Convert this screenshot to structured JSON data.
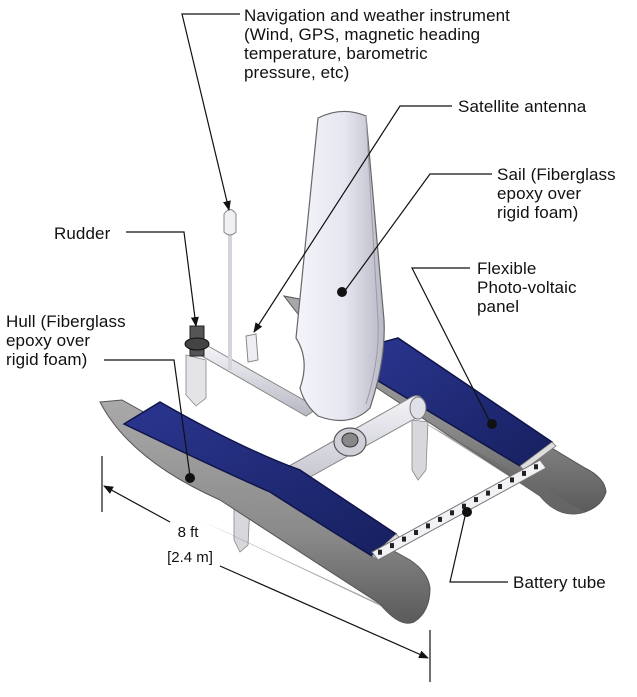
{
  "title": "Autonomous sailboat catamaran diagram",
  "labels": {
    "nav_instrument": "Navigation and weather instrument\n(Wind, GPS, magnetic heading\ntemperature, barometric\npressure, etc)",
    "satellite_antenna": "Satellite antenna",
    "sail": "Sail (Fiberglass\nepoxy over\nrigid foam)",
    "rudder": "Rudder",
    "flexible_pv": "Flexible\nPhoto-voltaic\npanel",
    "hull": "Hull (Fiberglass\nepoxy over\nrigid foam)",
    "battery_tube": "Battery tube"
  },
  "dimension": {
    "length_ft": "8 ft",
    "length_m": "[2.4 m]"
  },
  "colors": {
    "hull": "#8e8e8e",
    "hull_dark": "#5e5e5e",
    "panel": "#1f2a78",
    "panel_edge": "#0f154a",
    "sail": "#e9e9f2",
    "frame": "#dcdce4",
    "line": "#111111"
  }
}
